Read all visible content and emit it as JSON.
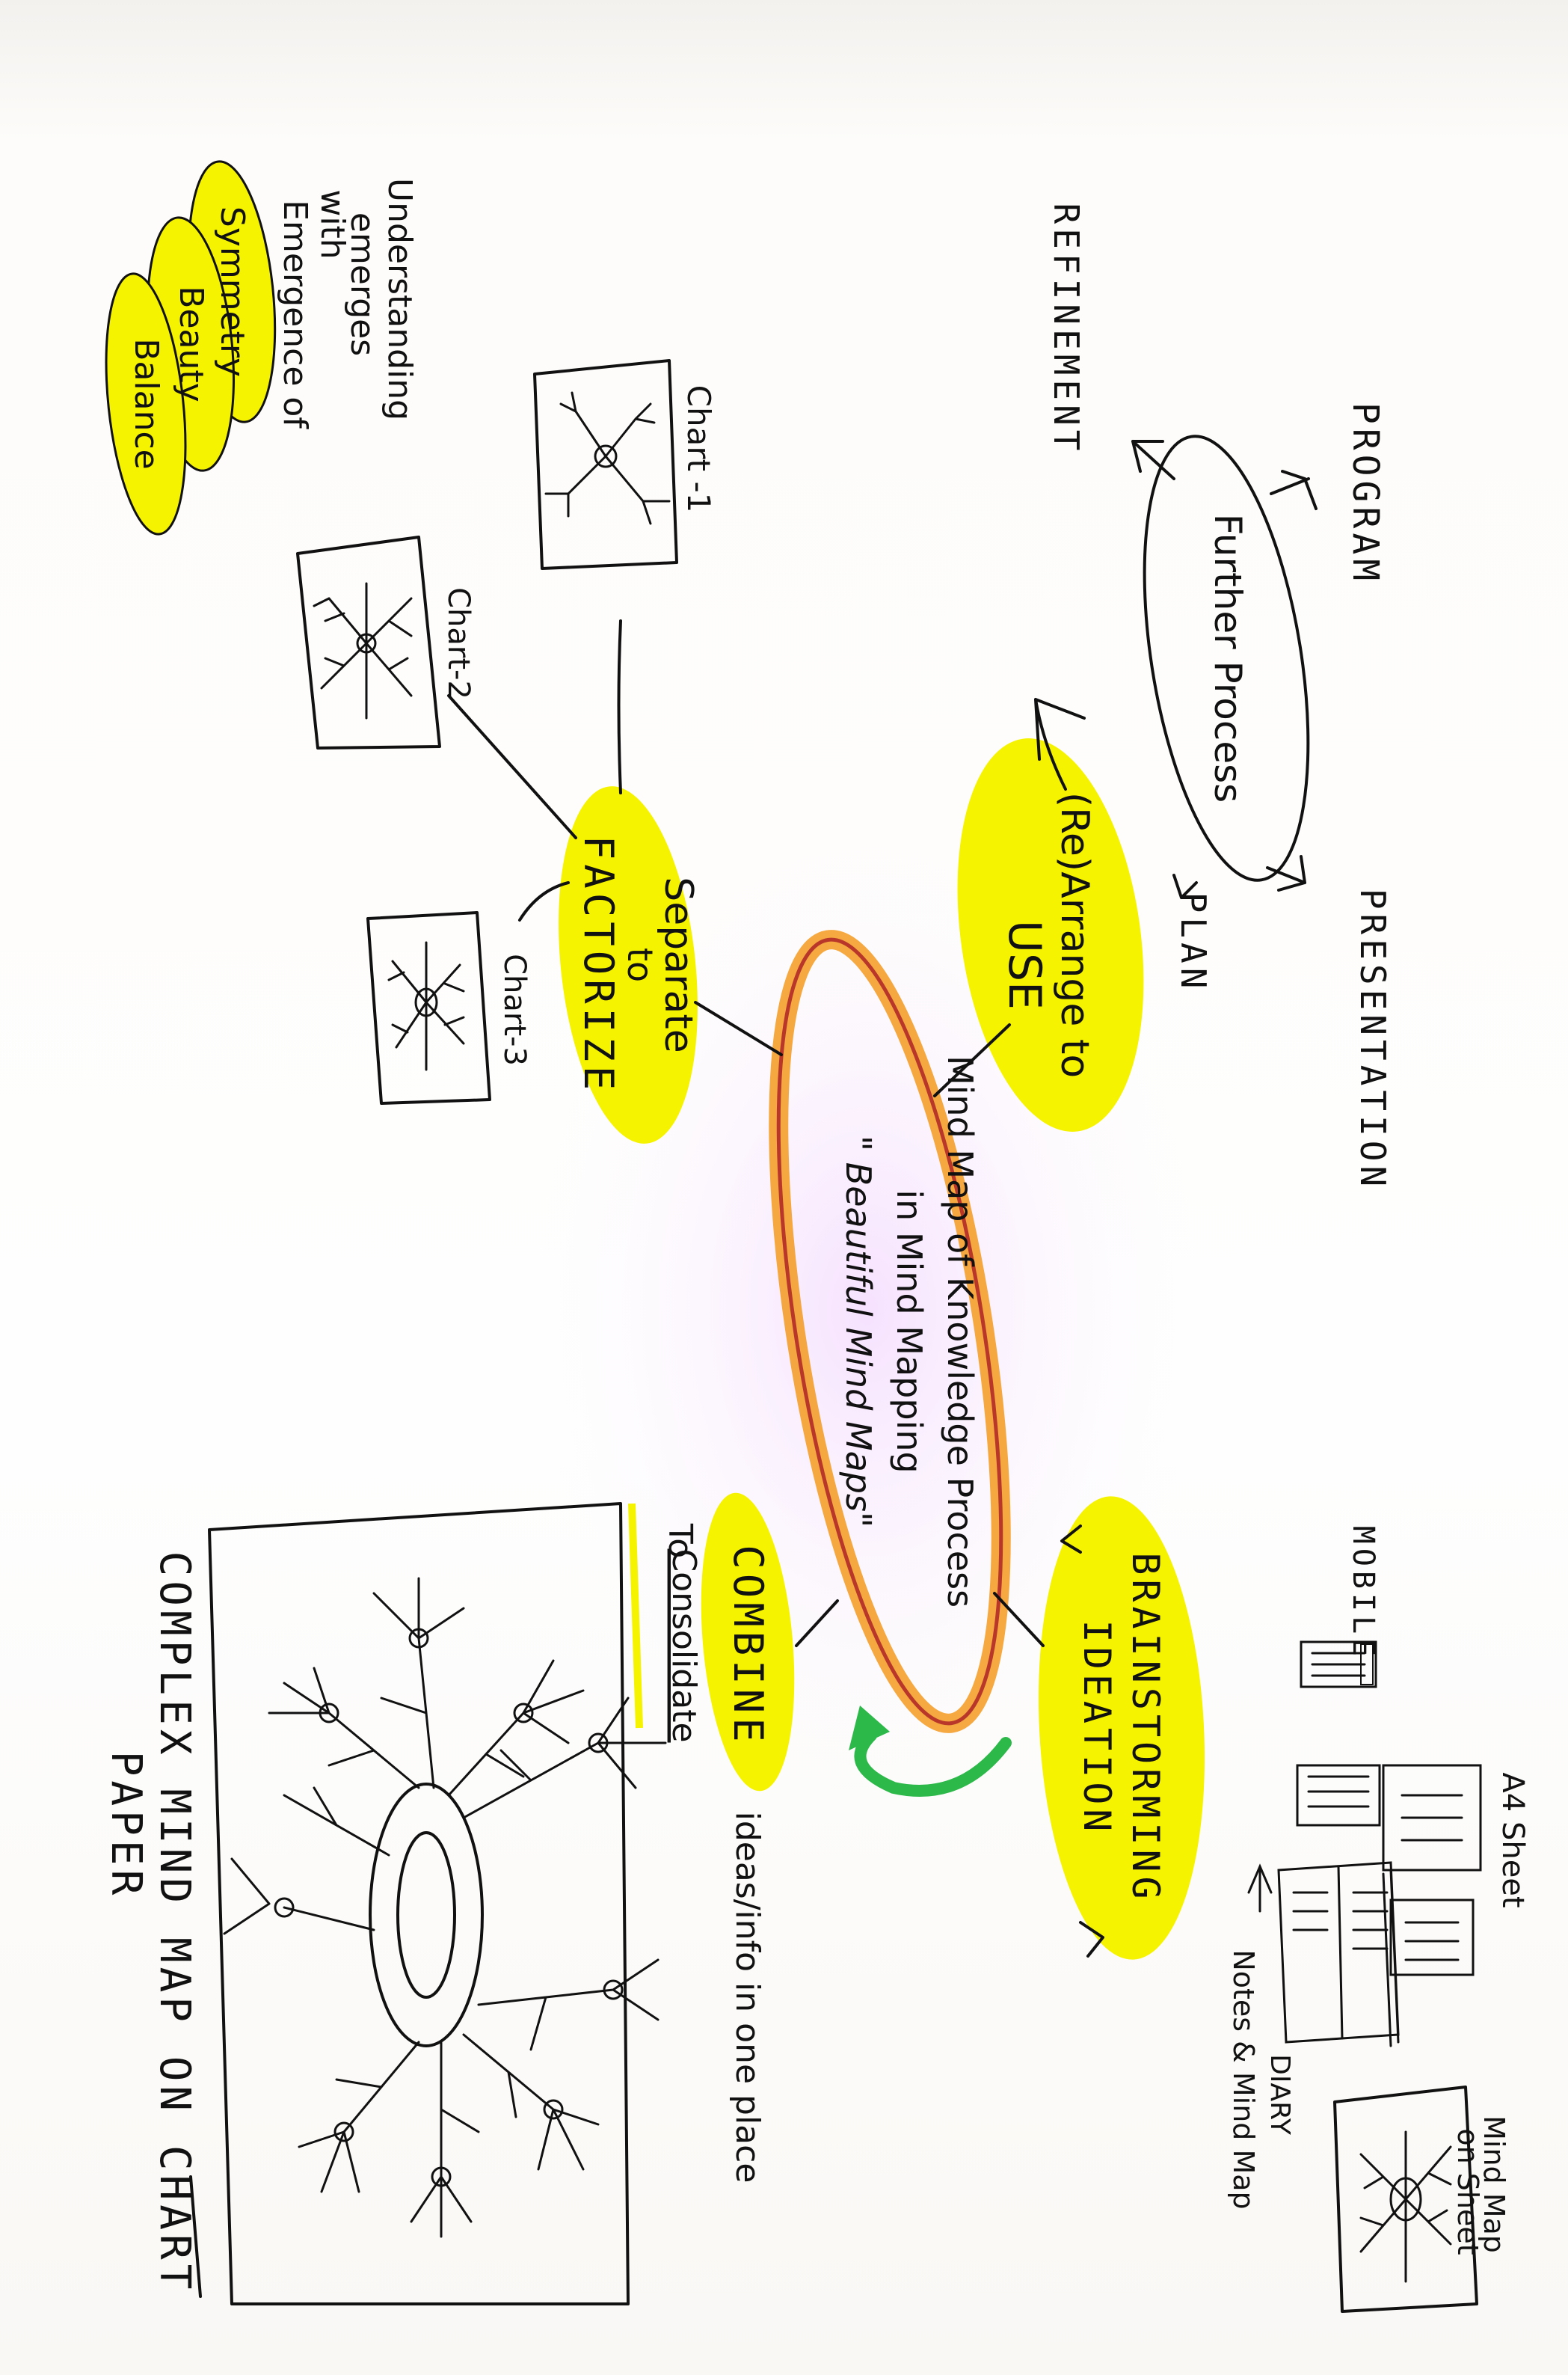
{
  "center": {
    "line1": "Mind Map of Knowledge Process",
    "line2": "in Mind Mapping",
    "line3": "\" Beautiful Mind Maps\""
  },
  "branches": {
    "rearrange": {
      "line1": "(Re)Arrange to",
      "line2": "USE"
    },
    "separate": {
      "line1": "Separate",
      "line2": "to",
      "line3": "FACTORIZE"
    },
    "brainstorm": {
      "line1": "BRAINSTORMING",
      "line2": "IDEATION"
    },
    "combine": {
      "label": "COMBINE",
      "prefix": "To",
      "underline_word": "Consolidate",
      "rest": "ideas/info in one place"
    }
  },
  "process": {
    "ellipse_label": "Further Process",
    "program": "PROGRAM",
    "presentation": "PRESENTATION",
    "plan": "PLAN",
    "refinement": "REFINEMENT"
  },
  "charts": {
    "chart1": "Chart -1",
    "chart2": "Chart-2",
    "chart3": "Chart-3"
  },
  "understanding": {
    "line1": "Understanding",
    "line2": "emerges",
    "line3": "with",
    "line4": "Emergence of",
    "symmetry": "Symmetry",
    "beauty": "Beauty",
    "balance": "Balance"
  },
  "media": {
    "mobile": "MOBILE",
    "a4_sheet": "A4 Sheet",
    "diary": "DIARY",
    "notes": "Notes & Mind Map",
    "mind_map_sheet_1": "Mind Map",
    "mind_map_sheet_2": "on Sheet"
  },
  "complex": {
    "line1": "COMPLEX MIND MAP ON CHART",
    "line2": "PAPER"
  },
  "colors": {
    "highlight": "#f6f300",
    "orange": "#f39a1e",
    "red": "#c0392b",
    "green": "#2db84a",
    "ink": "#111111"
  }
}
